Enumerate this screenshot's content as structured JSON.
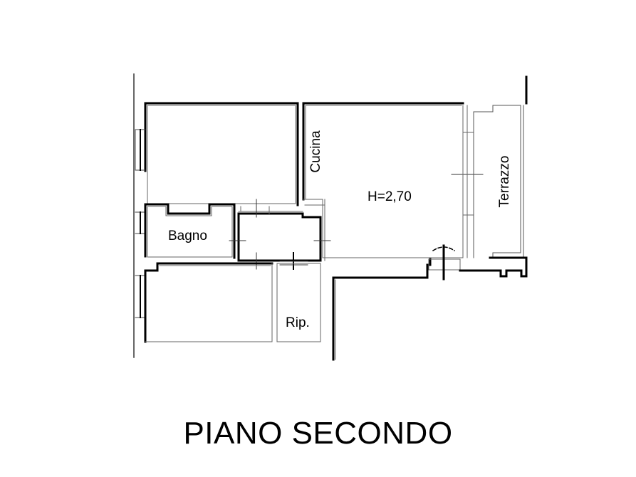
{
  "plan": {
    "title": "PIANO SECONDO",
    "rooms": [
      {
        "id": "bedroom-top",
        "label": ""
      },
      {
        "id": "cucina",
        "label": "Cucina"
      },
      {
        "id": "living",
        "label": "H=2,70"
      },
      {
        "id": "terrazzo",
        "label": "Terrazzo"
      },
      {
        "id": "bagno",
        "label": "Bagno"
      },
      {
        "id": "disimpegno",
        "label": ""
      },
      {
        "id": "bedroom-bottom",
        "label": ""
      },
      {
        "id": "ripostiglio",
        "label": "Rip."
      }
    ],
    "ceiling_height": "H=2,70"
  },
  "colors": {
    "wall": "#000000",
    "thin_line": "#555555",
    "background": "#ffffff"
  }
}
